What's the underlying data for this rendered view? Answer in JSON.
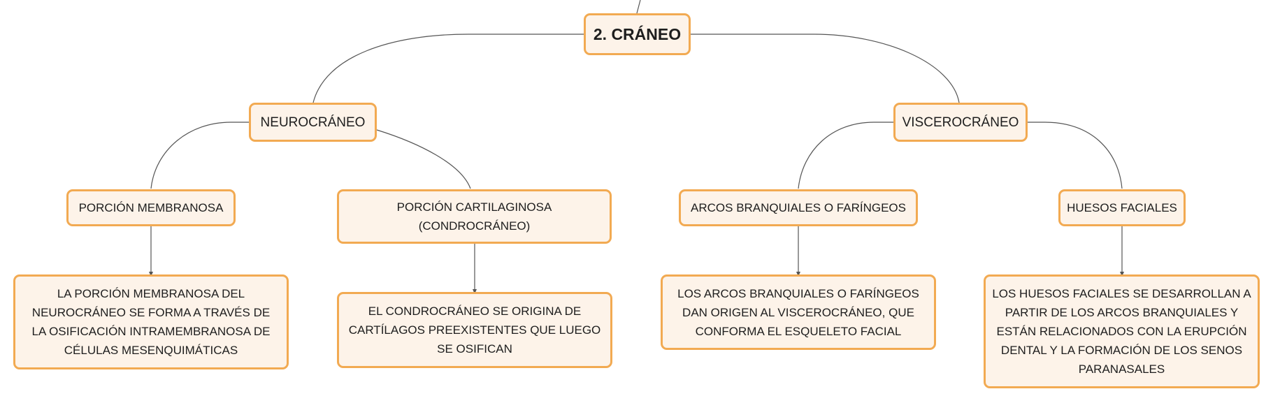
{
  "colors": {
    "fill": "#fdf3e9",
    "border": "#f2aa52",
    "line": "#555555",
    "text": "#1e1e1e"
  },
  "map": {
    "root": "2. CRÁNEO",
    "neurocraneo": "NEUROCRÁNEO",
    "viscerocraneo": "VISCEROCRÁNEO",
    "porcion_membranosa": "PORCIÓN MEMBRANOSA",
    "porcion_cartilaginosa": "PORCIÓN CARTILAGINOSA (CONDROCRÁNEO)",
    "arcos": "ARCOS BRANQUIALES O FARÍNGEOS",
    "huesos": "HUESOS FACIALES",
    "membranosa_desc": "LA PORCIÓN MEMBRANOSA DEL NEUROCRÁNEO SE FORMA A TRAVÉS DE LA OSIFICACIÓN INTRAMEMBRANOSA DE CÉLULAS MESENQUIMÁTICAS",
    "condrocraneo_desc": "EL CONDROCRÁNEO SE ORIGINA DE CARTÍLAGOS PREEXISTENTES QUE LUEGO SE OSIFICAN",
    "arcos_desc": "LOS ARCOS BRANQUIALES O FARÍNGEOS DAN ORIGEN AL VISCEROCRÁNEO, QUE CONFORMA EL ESQUELETO FACIAL",
    "huesos_desc": "LOS HUESOS FACIALES SE DESARROLLAN A PARTIR DE LOS ARCOS BRANQUIALES Y ESTÁN RELACIONADOS CON LA ERUPCIÓN DENTAL Y LA FORMACIÓN DE LOS SENOS PARANASALES"
  }
}
